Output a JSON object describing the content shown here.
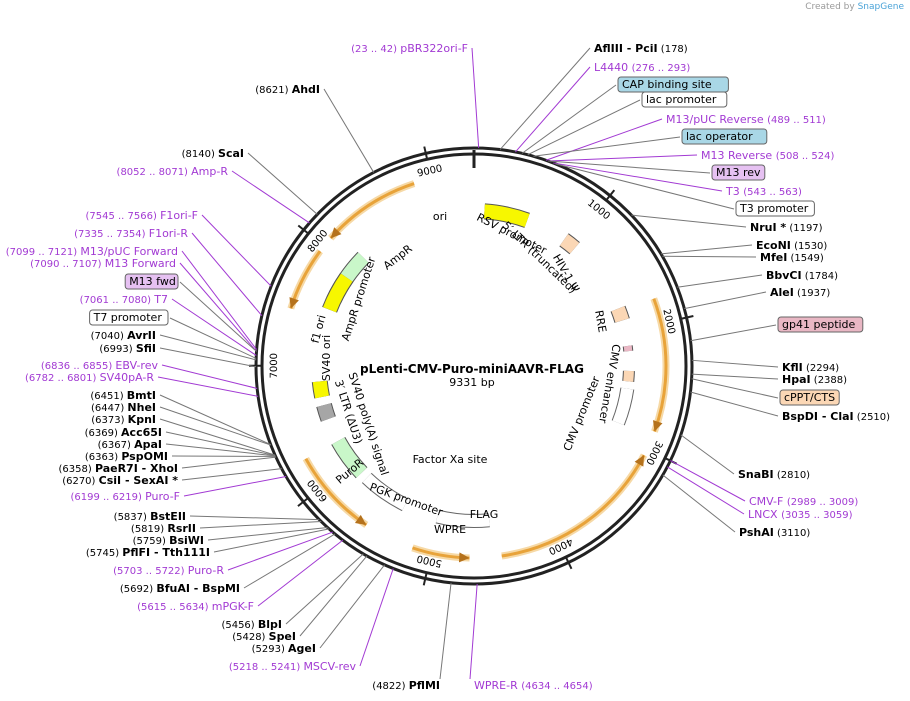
{
  "header": {
    "credit_prefix": "Created by",
    "credit_brand": "SnapGene"
  },
  "plasmid": {
    "name": "pLenti-CMV-Puro-miniAAVR-FLAG",
    "size_label": "9331 bp",
    "length": 9331
  },
  "ticks": [
    "1000",
    "2000",
    "3000",
    "4000",
    "5000",
    "6000",
    "7000",
    "8000",
    "9000"
  ],
  "right_labels": [
    {
      "kind": "site",
      "name": "AflIII",
      "name2": "PciI",
      "pos": "(178)",
      "bp": 178
    },
    {
      "kind": "primer",
      "name": "L4440",
      "pos": "(276 .. 293)",
      "bp": 284
    },
    {
      "kind": "feature",
      "name": "CAP binding site",
      "style": "blue",
      "bp": 330
    },
    {
      "kind": "feature",
      "name": "lac promoter",
      "style": "white",
      "bp": 370
    },
    {
      "kind": "primer",
      "name": "M13/pUC Reverse",
      "pos": "(489 .. 511)",
      "bp": 500
    },
    {
      "kind": "feature",
      "name": "lac operator",
      "style": "blue",
      "bp": 410
    },
    {
      "kind": "primer",
      "name": "M13 Reverse",
      "pos": "(508 .. 524)",
      "bp": 516
    },
    {
      "kind": "feature",
      "name": "M13 rev",
      "style": "purple",
      "bp": 516
    },
    {
      "kind": "primer",
      "name": "T3",
      "pos": "(543 .. 563)",
      "bp": 553
    },
    {
      "kind": "feature",
      "name": "T3 promoter",
      "style": "white",
      "bp": 570
    },
    {
      "kind": "site",
      "name": "NruI *",
      "pos": "(1197)",
      "bp": 1197
    },
    {
      "kind": "site",
      "name": "EcoNI",
      "pos": "(1530)",
      "bp": 1530
    },
    {
      "kind": "site",
      "name": "MfeI",
      "pos": "(1549)",
      "bp": 1549
    },
    {
      "kind": "site",
      "name": "BbvCI",
      "pos": "(1784)",
      "bp": 1784
    },
    {
      "kind": "site",
      "name": "AleI",
      "pos": "(1937)",
      "bp": 1937
    },
    {
      "kind": "feature",
      "name": "gp41 peptide",
      "style": "pink",
      "bp": 2160
    },
    {
      "kind": "site",
      "name": "KflI",
      "pos": "(2294)",
      "bp": 2294
    },
    {
      "kind": "site",
      "name": "HpaI",
      "pos": "(2388)",
      "bp": 2388
    },
    {
      "kind": "feature",
      "name": "cPPT/CTS",
      "style": "peach",
      "bp": 2420
    },
    {
      "kind": "site",
      "name": "BspDI",
      "name2": "ClaI",
      "pos": "(2510)",
      "bp": 2510
    },
    {
      "kind": "site",
      "name": "SnaBI",
      "pos": "(2810)",
      "bp": 2810
    },
    {
      "kind": "primer",
      "name": "CMV-F",
      "pos": "(2989 .. 3009)",
      "bp": 2999
    },
    {
      "kind": "primer",
      "name": "LNCX",
      "pos": "(3035 .. 3059)",
      "bp": 3047
    },
    {
      "kind": "site",
      "name": "PshAI",
      "pos": "(3110)",
      "bp": 3110
    }
  ],
  "left_labels": [
    {
      "kind": "primer",
      "name": "pBR322ori-F",
      "pos": "(23 .. 42)",
      "bp": 32
    },
    {
      "kind": "site",
      "name": "AhdI",
      "pos": "(8621)",
      "bp": 8621
    },
    {
      "kind": "site",
      "name": "ScaI",
      "pos": "(8140)",
      "bp": 8140
    },
    {
      "kind": "primer",
      "name": "Amp-R",
      "pos": "(8052 .. 8071)",
      "bp": 8061
    },
    {
      "kind": "primer",
      "name": "F1ori-F",
      "pos": "(7545 .. 7566)",
      "bp": 7555
    },
    {
      "kind": "primer",
      "name": "F1ori-R",
      "pos": "(7335 .. 7354)",
      "bp": 7344
    },
    {
      "kind": "primer",
      "name": "M13/pUC Forward",
      "pos": "(7099 .. 7121)",
      "bp": 7110
    },
    {
      "kind": "primer",
      "name": "M13 Forward",
      "pos": "(7090 .. 7107)",
      "bp": 7098
    },
    {
      "kind": "feature",
      "name": "M13 fwd",
      "style": "purple",
      "bp": 7098
    },
    {
      "kind": "primer",
      "name": "T7",
      "pos": "(7061 .. 7080)",
      "bp": 7070
    },
    {
      "kind": "feature",
      "name": "T7 promoter",
      "style": "white",
      "bp": 7050
    },
    {
      "kind": "site",
      "name": "AvrII",
      "pos": "(7040)",
      "bp": 7040
    },
    {
      "kind": "site",
      "name": "SfiI",
      "pos": "(6993)",
      "bp": 6993
    },
    {
      "kind": "primer",
      "name": "EBV-rev",
      "pos": "(6836 .. 6855)",
      "bp": 6845
    },
    {
      "kind": "primer",
      "name": "SV40pA-R",
      "pos": "(6782 .. 6801)",
      "bp": 6791
    },
    {
      "kind": "site",
      "name": "BmtI",
      "pos": "(6451)",
      "bp": 6451
    },
    {
      "kind": "site",
      "name": "NheI",
      "pos": "(6447)",
      "bp": 6447
    },
    {
      "kind": "site",
      "name": "KpnI",
      "pos": "(6373)",
      "bp": 6373
    },
    {
      "kind": "site",
      "name": "Acc65I",
      "pos": "(6369)",
      "bp": 6369
    },
    {
      "kind": "site",
      "name": "ApaI",
      "pos": "(6367)",
      "bp": 6367
    },
    {
      "kind": "site",
      "name": "PspOMI",
      "pos": "(6363)",
      "bp": 6363
    },
    {
      "kind": "site",
      "name": "PaeR7I",
      "name2": "XhoI",
      "pos": "(6358)",
      "bp": 6358
    },
    {
      "kind": "site",
      "name": "CsiI",
      "name2": "SexAI *",
      "pos": "(6270)",
      "bp": 6270
    },
    {
      "kind": "primer",
      "name": "Puro-F",
      "pos": "(6199 .. 6219)",
      "bp": 6209
    },
    {
      "kind": "site",
      "name": "BstEII",
      "pos": "(5837)",
      "bp": 5837
    },
    {
      "kind": "site",
      "name": "RsrII",
      "pos": "(5819)",
      "bp": 5819
    },
    {
      "kind": "site",
      "name": "BsiWI",
      "pos": "(5759)",
      "bp": 5759
    },
    {
      "kind": "site",
      "name": "PflFI",
      "name2": "Tth111I",
      "pos": "(5745)",
      "bp": 5745
    },
    {
      "kind": "primer",
      "name": "Puro-R",
      "pos": "(5703 .. 5722)",
      "bp": 5712
    },
    {
      "kind": "site",
      "name": "BfuAI",
      "name2": "BspMI",
      "pos": "(5692)",
      "bp": 5692
    },
    {
      "kind": "primer",
      "name": "mPGK-F",
      "pos": "(5615 .. 5634)",
      "bp": 5624
    },
    {
      "kind": "site",
      "name": "BlpI",
      "pos": "(5456)",
      "bp": 5456
    },
    {
      "kind": "site",
      "name": "SpeI",
      "pos": "(5428)",
      "bp": 5428
    },
    {
      "kind": "site",
      "name": "AgeI",
      "pos": "(5293)",
      "bp": 5293
    },
    {
      "kind": "primer",
      "name": "MSCV-rev",
      "pos": "(5218 .. 5241)",
      "bp": 5229
    }
  ],
  "bottom_labels": [
    {
      "kind": "site",
      "name": "PflMI",
      "pos": "(4822)",
      "bp": 4822
    },
    {
      "kind": "primer",
      "name": "WPRE-R",
      "pos": "(4634 .. 4654)",
      "bp": 4644
    }
  ],
  "inner_labels": {
    "ori": "ori",
    "rsv": "RSV promoter",
    "ltr5": "5′ LTR (truncated)",
    "hiv": "HIV-1 Ψ",
    "rre": "RRE",
    "cmv_enh": "CMV enhancer",
    "cmv_prom": "CMV promoter",
    "factor_xa": "Factor Xa site",
    "flag": "FLAG",
    "wpre": "WPRE",
    "pgk": "PGK promoter",
    "puror": "PuroR",
    "ltr3": "3′ LTR (ΔU3)",
    "sv40pa": "SV40 poly(A) signal",
    "sv40ori": "SV40 ori",
    "f1ori": "f1 ori",
    "ampr_prom": "AmpR promoter",
    "ampr": "AmpR"
  },
  "colors": {
    "primer": "#a23ad3",
    "orange": "#e8a33a",
    "orange_glow": "#f6d9a6",
    "ori": "#f7f700",
    "amp": "#c9f7c9",
    "peach": "#fbd7b5",
    "blue": "#a9d7e6",
    "purple_fill": "#e6c1f2",
    "pink_fill": "#e9b7c4",
    "gray": "#a6a6a6"
  }
}
